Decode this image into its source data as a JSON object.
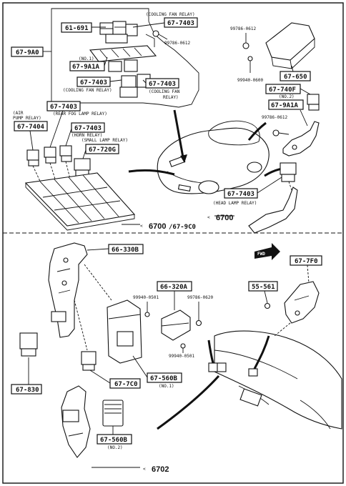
{
  "labels": {
    "cooling_fan_relay_top": "(COOLING FAN RELAY)",
    "p61_691": "61-691",
    "p67_7403_a": "67-7403",
    "bolt_99786_0612_a": "99786-0612",
    "p67_9A0": "67-9A0",
    "no1_note": "(NO.1)",
    "p67_9A1A_a": "67-9A1A",
    "p67_7403_b": "67-7403",
    "p67_7403_c": "67-7403",
    "cooling_fan_relay_bl": "(COOLING FAN RELAY)",
    "cooling_fan_relay_br1": "(COOLING FAN",
    "cooling_fan_relay_br2": "RELAY)",
    "air_pump_relay1": "(AIR",
    "air_pump_relay2": "PUMP RELAY)",
    "p67_7404": "67-7404",
    "p67_7403_d": "67-7403",
    "rear_fog_lamp_relay": "(REAR FOG LAMP RELAY)",
    "p67_7403_e": "67-7403",
    "horn_relay": "(HORN RELAY)",
    "small_lamp_relay": "(SMALL LAMP RELAY)",
    "p67_720G": "67-720G",
    "ref_6700_9C0_main": "6700",
    "ref_6700_9C0_sub": "/67-9C0",
    "bolt_99786_0612_b": "99786-0612",
    "p67_650": "67-650",
    "nut_99940_0600": "99940-0600",
    "p67_740F": "67-740F",
    "no2_note_a": "(NO.2)",
    "p67_9A1A_b": "67-9A1A",
    "bolt_99786_0612_c": "99786-0612",
    "p67_7403_f": "67-7403",
    "head_lamp_relay": "(HEAD LAMP RELAY)",
    "ref_6700": "6700",
    "p66_330B": "66-330B",
    "fwd": "FWD",
    "p67_7F0": "67-7F0",
    "p66_320A": "66-320A",
    "nut_99940_0501_a": "99940-0501",
    "bolt_99786_0620": "99786-0620",
    "p55_561": "55-561",
    "nut_99940_0501_b": "99940-0501",
    "p67_560B_a": "67-560B",
    "no1_note_b": "(NO.1)",
    "p67_7C0": "67-7C0",
    "p67_830": "67-830",
    "p67_560B_b": "67-560B",
    "no2_note_b": "(NO.2)",
    "ref_6702": "6702"
  }
}
